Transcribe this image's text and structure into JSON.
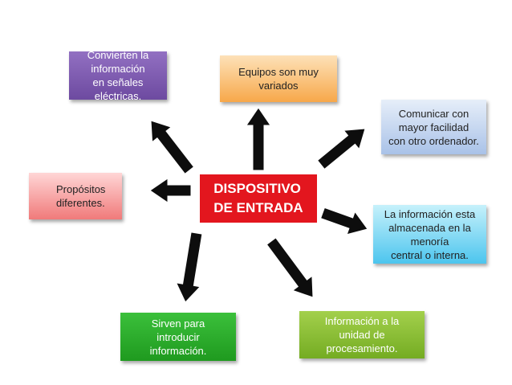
{
  "center": {
    "label": "DISPOSITIVO\nDE ENTRADA",
    "bg": "#e3161e",
    "color": "#ffffff"
  },
  "nodes": [
    {
      "id": "n1",
      "text": "Convierten la\ninformación\nen señales\neléctricas.",
      "bg": "linear-gradient(#9270c2,#6d4aa0)",
      "color": "#ffffff"
    },
    {
      "id": "n2",
      "text": "Equipos son muy\nvariados",
      "bg": "linear-gradient(#fde1b8,#f7a84a)",
      "color": "#222222"
    },
    {
      "id": "n3",
      "text": "Comunicar con\nmayor facilidad\ncon otro ordenador.",
      "bg": "linear-gradient(#e6eef9,#a9c2e8)",
      "color": "#222222"
    },
    {
      "id": "n4",
      "text": "Propósitos\ndiferentes.",
      "bg": "linear-gradient(#ffd6d6,#f07a7a)",
      "color": "#222222"
    },
    {
      "id": "n5",
      "text": "La información esta\nalmacenada en la\nmenoría\ncentral o interna.",
      "bg": "linear-gradient(#c6f1fb,#4cc5ee)",
      "color": "#222222"
    },
    {
      "id": "n6",
      "text": "Sirven para\nintroducir\ninformación.",
      "bg": "linear-gradient(#3bc03b,#1f9a1f)",
      "color": "#ffffff"
    },
    {
      "id": "n7",
      "text": "Información a la\nunidad de\nprocesamiento.",
      "bg": "linear-gradient(#a3d04c,#74ac22)",
      "color": "#ffffff"
    }
  ],
  "arrow_color": "#0d0d0d"
}
